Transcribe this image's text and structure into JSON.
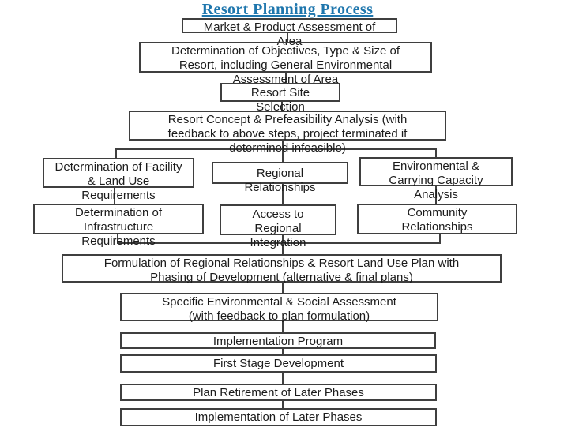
{
  "title": "Resort Planning Process",
  "colors": {
    "title_blue": "#1E76AD",
    "box_border": "#3F3F3F",
    "text": "#1b1b1b",
    "background": "#ffffff"
  },
  "nodes": {
    "market": {
      "label": "Market & Product Assessment of\nArea"
    },
    "objectives": {
      "label": "Determination of Objectives, Type & Size of\nResort, including General Environmental\nAssessment of Area"
    },
    "site": {
      "label": "Resort Site\nSelection"
    },
    "concept": {
      "label": "Resort Concept & Prefeasibility Analysis (with\nfeedback to above steps, project terminated if\ndetermined infeasible)"
    },
    "facility": {
      "label": "Determination of Facility\n& Land Use\nRequirements"
    },
    "regional": {
      "label": "Regional\nRelationships"
    },
    "envcap": {
      "label": "Environmental &\nCarrying Capacity\nAnalysis"
    },
    "infra": {
      "label": "Determination of\nInfrastructure\nRequirements"
    },
    "access": {
      "label": "Access to\nRegional\nIntegration"
    },
    "community": {
      "label": "Community\nRelationships"
    },
    "formulation": {
      "label": "Formulation of Regional Relationships & Resort Land Use Plan with\nPhasing of Development (alternative & final plans)"
    },
    "specific": {
      "label": "Specific Environmental & Social Assessment\n(with feedback to plan formulation)"
    },
    "impl_program": {
      "label": "Implementation Program"
    },
    "first_stage": {
      "label": "First Stage Development"
    },
    "plan_retire": {
      "label": "Plan Retirement of Later Phases"
    },
    "impl_later": {
      "label": "Implementation of Later Phases"
    }
  }
}
